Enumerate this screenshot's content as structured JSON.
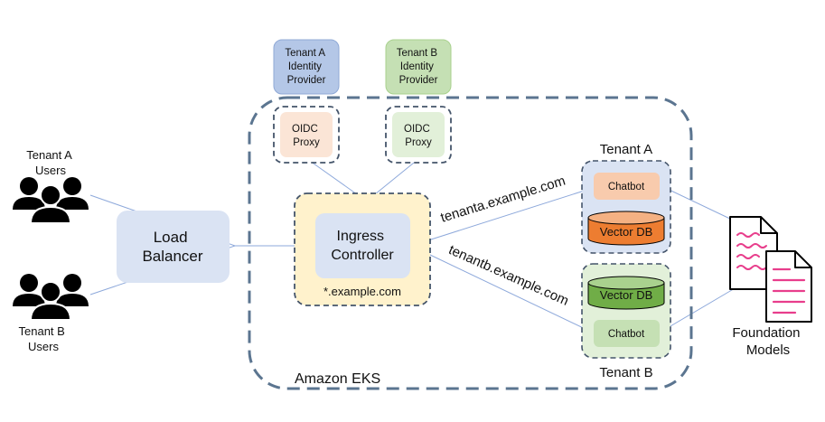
{
  "users": {
    "tenant_a": [
      "Tenant A",
      "Users"
    ],
    "tenant_b": [
      "Tenant B",
      "Users"
    ]
  },
  "load_balancer": [
    "Load",
    "Balancer"
  ],
  "identity_providers": {
    "tenant_a": [
      "Tenant A",
      "Identity",
      "Provider"
    ],
    "tenant_b": [
      "Tenant B",
      "Identity",
      "Provider"
    ]
  },
  "oidc_proxy": [
    "OIDC",
    "Proxy"
  ],
  "ingress": {
    "label": [
      "Ingress",
      "Controller"
    ],
    "domain": "*.example.com"
  },
  "routes": {
    "tenant_a": "tenanta.example.com",
    "tenant_b": "tenantb.example.com"
  },
  "tenants": {
    "a": {
      "title": "Tenant A",
      "chatbot": "Chatbot",
      "db": "Vector DB"
    },
    "b": {
      "title": "Tenant B",
      "chatbot": "Chatbot",
      "db": "Vector DB"
    }
  },
  "cluster_label": "Amazon EKS",
  "models": [
    "Foundation",
    "Models"
  ],
  "colors": {
    "dashed_border": "#5b7590",
    "idp_a_fill": "#b4c7e7",
    "idp_b_fill": "#c5e0b4",
    "ingress_outer": "#fff2cc",
    "ingress_inner": "#dae3f3",
    "tenant_a_bg": "#dae3f3",
    "tenant_b_bg": "#e2f0d9",
    "chatbot_a": "#f8cbad",
    "chatbot_b": "#c5e0b4",
    "db_a": "#ed7d31",
    "db_b": "#70ad47",
    "connector": "#8ea9db",
    "doc_pink": "#e83e8c"
  }
}
